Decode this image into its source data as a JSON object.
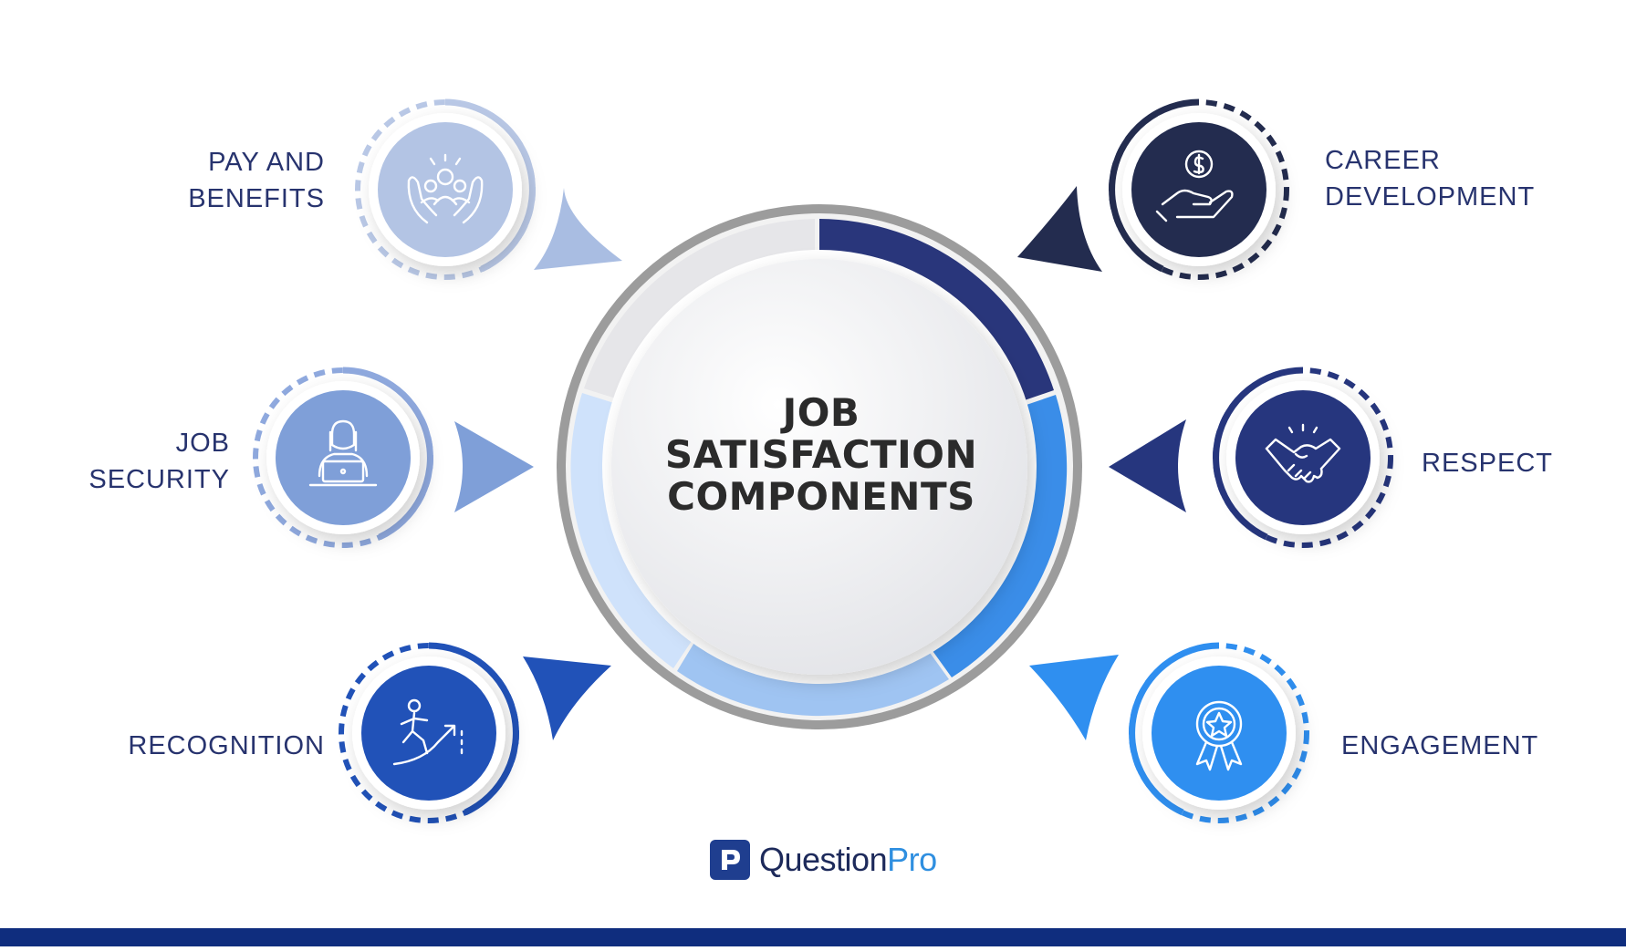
{
  "title_lines": [
    "JOB",
    "SATISFACTION",
    "COMPONENTS"
  ],
  "components": [
    {
      "id": "pay",
      "lines": [
        "PAY AND",
        "BENEFITS"
      ],
      "icon": "hands-team-icon",
      "color": "#b3c4e4"
    },
    {
      "id": "security",
      "lines": [
        "JOB",
        "SECURITY"
      ],
      "icon": "person-laptop-icon",
      "color": "#7f9fd8"
    },
    {
      "id": "recognition",
      "lines": [
        "RECOGNITION"
      ],
      "icon": "climbing-person-arrow-icon",
      "color": "#2152b8"
    },
    {
      "id": "career",
      "lines": [
        "CAREER",
        "DEVELOPMENT"
      ],
      "icon": "hand-coin-icon",
      "color": "#232c4f"
    },
    {
      "id": "respect",
      "lines": [
        "RESPECT"
      ],
      "icon": "handshake-icon",
      "color": "#26367e"
    },
    {
      "id": "engagement",
      "lines": [
        "ENGAGEMENT"
      ],
      "icon": "award-ribbon-icon",
      "color": "#2f8ff0"
    }
  ],
  "logo": {
    "text_main": "Question",
    "text_accent": "Pro",
    "mark": "P"
  },
  "colors": {
    "text": "#27336e",
    "footer": "#0f2d7e",
    "ring_outer": "#9a9a9a"
  }
}
